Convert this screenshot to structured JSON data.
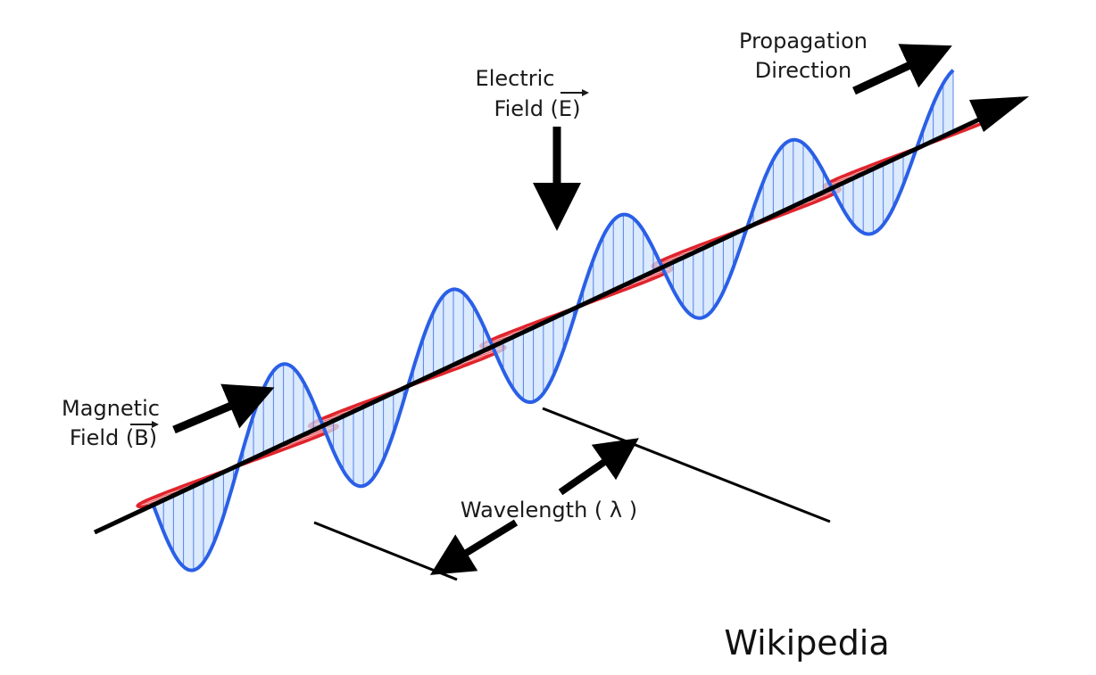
{
  "labels": {
    "propagation_line1": "Propagation",
    "propagation_line2": "Direction",
    "electric_line1": "Electric",
    "electric_line2": "Field (E)",
    "magnetic_line1": "Magnetic",
    "magnetic_line2": "Field (B)",
    "wavelength": "Wavelength ( λ )",
    "credit": "Wikipedia"
  },
  "colors": {
    "electric_stroke": "#2a5fe6",
    "electric_fill": "#cfe3fb",
    "magnetic_stroke": "#e0242c",
    "magnetic_fill": "#f9c9cd",
    "axis": "#000000"
  },
  "waves": {
    "electric_field": "sine-wave",
    "magnetic_field": "sine-wave"
  }
}
